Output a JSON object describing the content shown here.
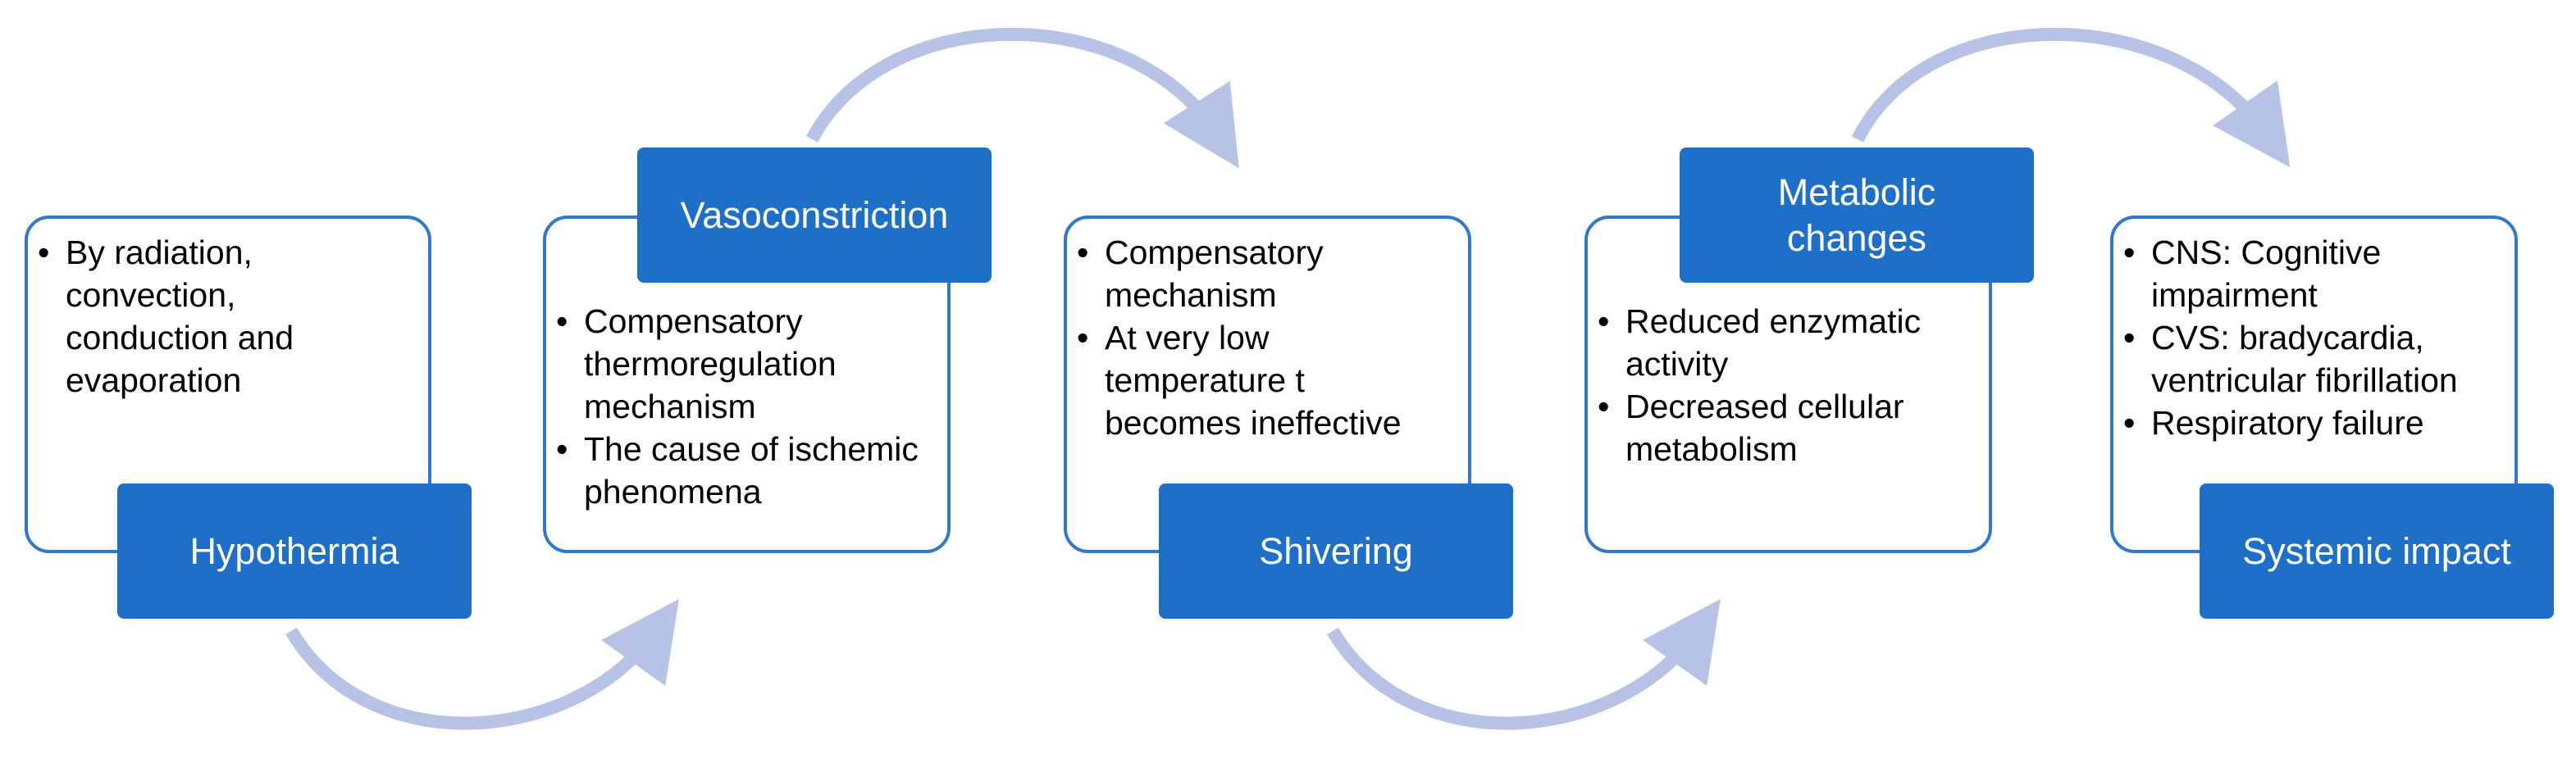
{
  "colors": {
    "box_border": "#2e78d2",
    "label_fill": "#1d6fc8",
    "label_text": "#ffffff",
    "arrow": "#b7c3e6"
  },
  "stages": [
    {
      "title": "Hypothermia",
      "points": [
        "By radiation, convection, conduction and evaporation"
      ]
    },
    {
      "title": "Vasoconstriction",
      "points": [
        "Compensatory thermoregulation mechanism",
        "The cause of ischemic phenomena"
      ]
    },
    {
      "title": "Shivering",
      "points": [
        "Compensatory mechanism",
        "At very low temperature t becomes ineffective"
      ]
    },
    {
      "title": "Metabolic changes",
      "points": [
        "Reduced enzymatic activity",
        "Decreased cellular metabolism"
      ]
    },
    {
      "title": "Systemic impact",
      "points": [
        "CNS: Cognitive impairment",
        "CVS: bradycardia, ventricular fibrillation",
        "Respiratory failure"
      ]
    }
  ]
}
